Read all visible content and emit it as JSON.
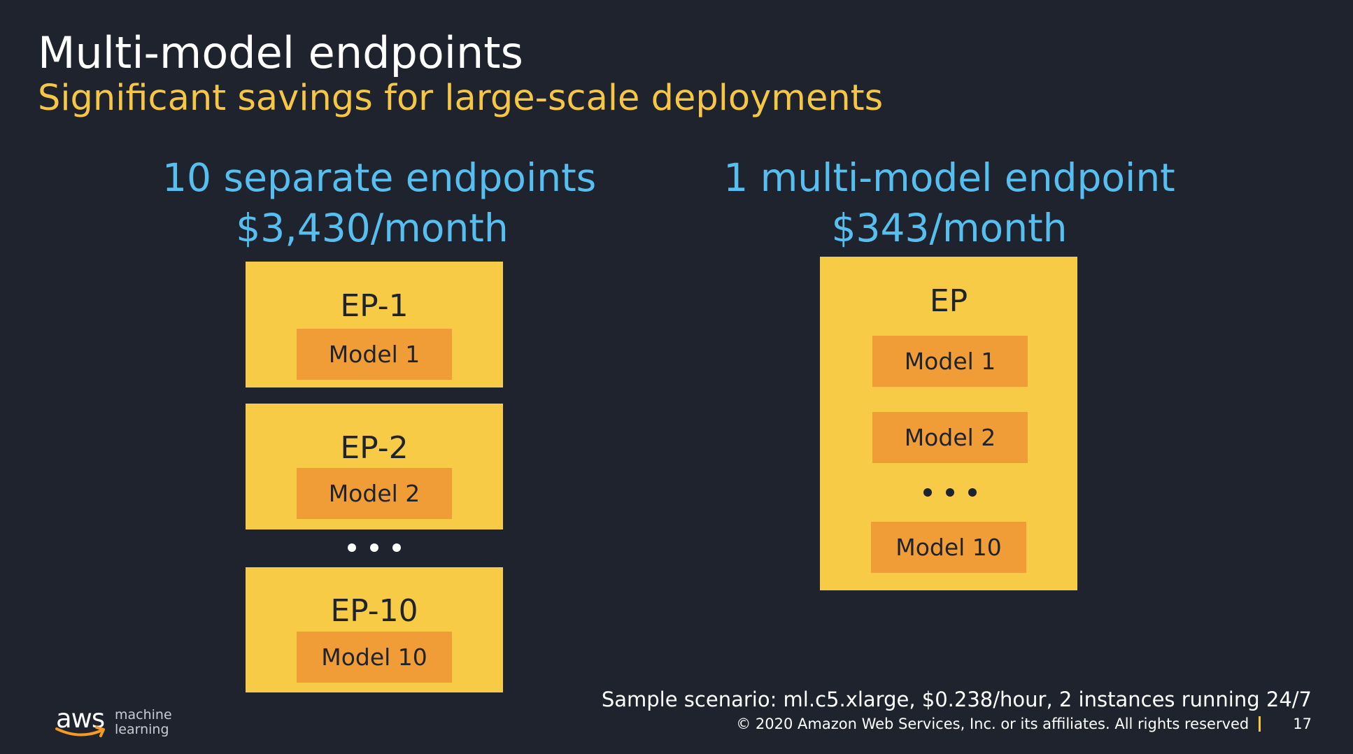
{
  "slide": {
    "title": "Multi-model endpoints",
    "subtitle": "Significant savings for large-scale deployments"
  },
  "left_column": {
    "heading": "10 separate endpoints",
    "price": "$3,430/month",
    "endpoints": [
      {
        "label": "EP-1",
        "model": "Model 1"
      },
      {
        "label": "EP-2",
        "model": "Model 2"
      },
      {
        "label": "EP-10",
        "model": "Model 10"
      }
    ]
  },
  "right_column": {
    "heading": "1 multi-model endpoint",
    "price": "$343/month",
    "endpoint": {
      "label": "EP",
      "models": [
        "Model 1",
        "Model 2",
        "Model 10"
      ]
    }
  },
  "scenario_note": "Sample scenario: ml.c5.xlarge, $0.238/hour, 2 instances running 24/7",
  "footer": {
    "copyright": "© 2020 Amazon Web Services, Inc. or its affiliates. All rights reserved",
    "page_number": "17"
  },
  "logo": {
    "wordmark": "aws",
    "line1": "machine",
    "line2": "learning"
  },
  "colors": {
    "background": "#1f232e",
    "title": "#ffffff",
    "subtitle": "#f6c744",
    "heading": "#56bff0",
    "endpoint_box": "#f7cb46",
    "model_box": "#f09d38",
    "aws_smile": "#f59b21"
  },
  "icons": {
    "ellipsis": "ellipsis-icon",
    "logo": "aws-logo-icon"
  }
}
